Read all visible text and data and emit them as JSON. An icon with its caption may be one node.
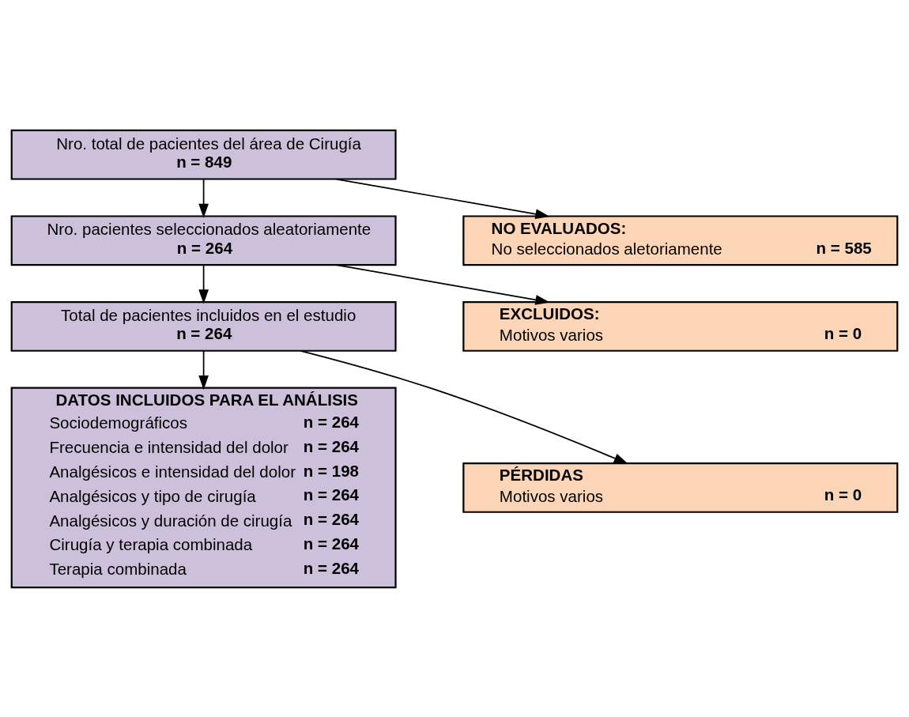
{
  "diagram": {
    "nodes": [
      {
        "text": [
          "Nro. total de pacientes del área de Cirugía",
          "n = 849"
        ]
      },
      {
        "text": [
          "NO EVALUADOS:",
          "No seleccionados aletoriamente",
          "n = 585"
        ]
      },
      {
        "text": [
          "Nro. pacientes seleccionados aleatoriamente",
          "n = 264"
        ]
      },
      {
        "text": [
          "EXCLUIDOS:",
          "Motivos varios",
          "n = 0"
        ]
      },
      {
        "text": [
          "Total de pacientes incluidos en el estudio",
          "n = 264"
        ]
      },
      {
        "text": [
          "PÉRDIDAS",
          "Motivos varios",
          "n = 0"
        ]
      },
      {
        "text": [
          "DATOS INCLUIDOS PARA EL ANÁLISIS",
          "Sociodemográficos",
          "n = 264",
          "Frecuencia e intensidad del dolor",
          "n = 264",
          "Analgésicos e intensidad del dolor",
          "n = 198",
          "Analgésicos y tipo de cirugía",
          "n = 264",
          "Analgésicos y duración de cirugía",
          "n = 264",
          "Cirugía y terapia combinada",
          "n = 264",
          "Terapia combinada",
          "n = 264"
        ]
      }
    ],
    "edges": [
      {
        "from": 0,
        "to": 1,
        "arrow": "to"
      },
      {
        "from": 0,
        "to": 2,
        "arrow": "to"
      },
      {
        "from": 2,
        "to": 3,
        "arrow": "to"
      },
      {
        "from": 2,
        "to": 4,
        "arrow": "to"
      },
      {
        "from": 4,
        "to": 5,
        "arrow": "to"
      },
      {
        "from": 4,
        "to": 6,
        "arrow": "to"
      }
    ]
  }
}
